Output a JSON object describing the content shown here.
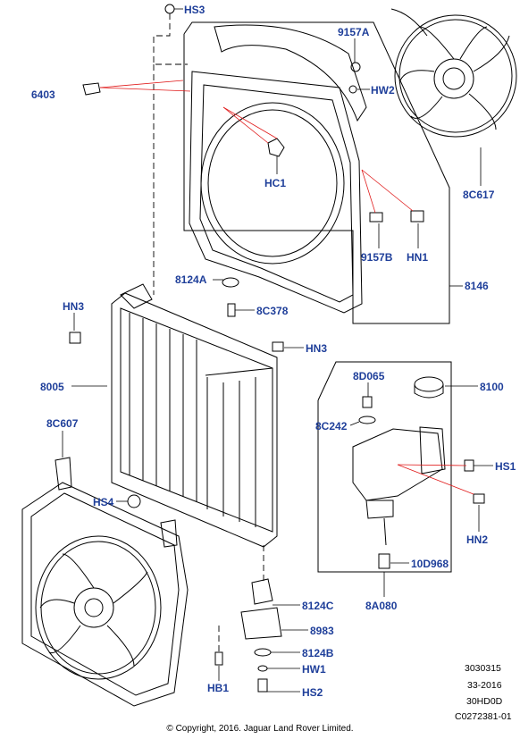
{
  "callouts": {
    "HS3": "HS3",
    "9157A": "9157A",
    "HW2": "HW2",
    "6403": "6403",
    "HC1": "HC1",
    "8C617": "8C617",
    "9157B": "9157B",
    "HN1": "HN1",
    "8146": "8146",
    "8124A": "8124A",
    "8C378": "8C378",
    "HN3_left": "HN3",
    "HN3_right": "HN3",
    "8005": "8005",
    "8D065": "8D065",
    "8100": "8100",
    "8C242": "8C242",
    "8C607": "8C607",
    "HS1": "HS1",
    "HS4": "HS4",
    "HN2": "HN2",
    "10D968": "10D968",
    "8A080": "8A080",
    "8124C": "8124C",
    "8983": "8983",
    "8124B": "8124B",
    "HW1": "HW1",
    "HB1": "HB1",
    "HS2": "HS2"
  },
  "reference": {
    "line1": "3030315",
    "line2": "33-2016",
    "line3": "30HD0D",
    "line4": "C0272381-01"
  },
  "copyright": "© Copyright, 2016. Jaguar Land Rover Limited.",
  "colors": {
    "callout": "#1f3f9a",
    "leader_red": "#e01818",
    "line": "#000000"
  }
}
